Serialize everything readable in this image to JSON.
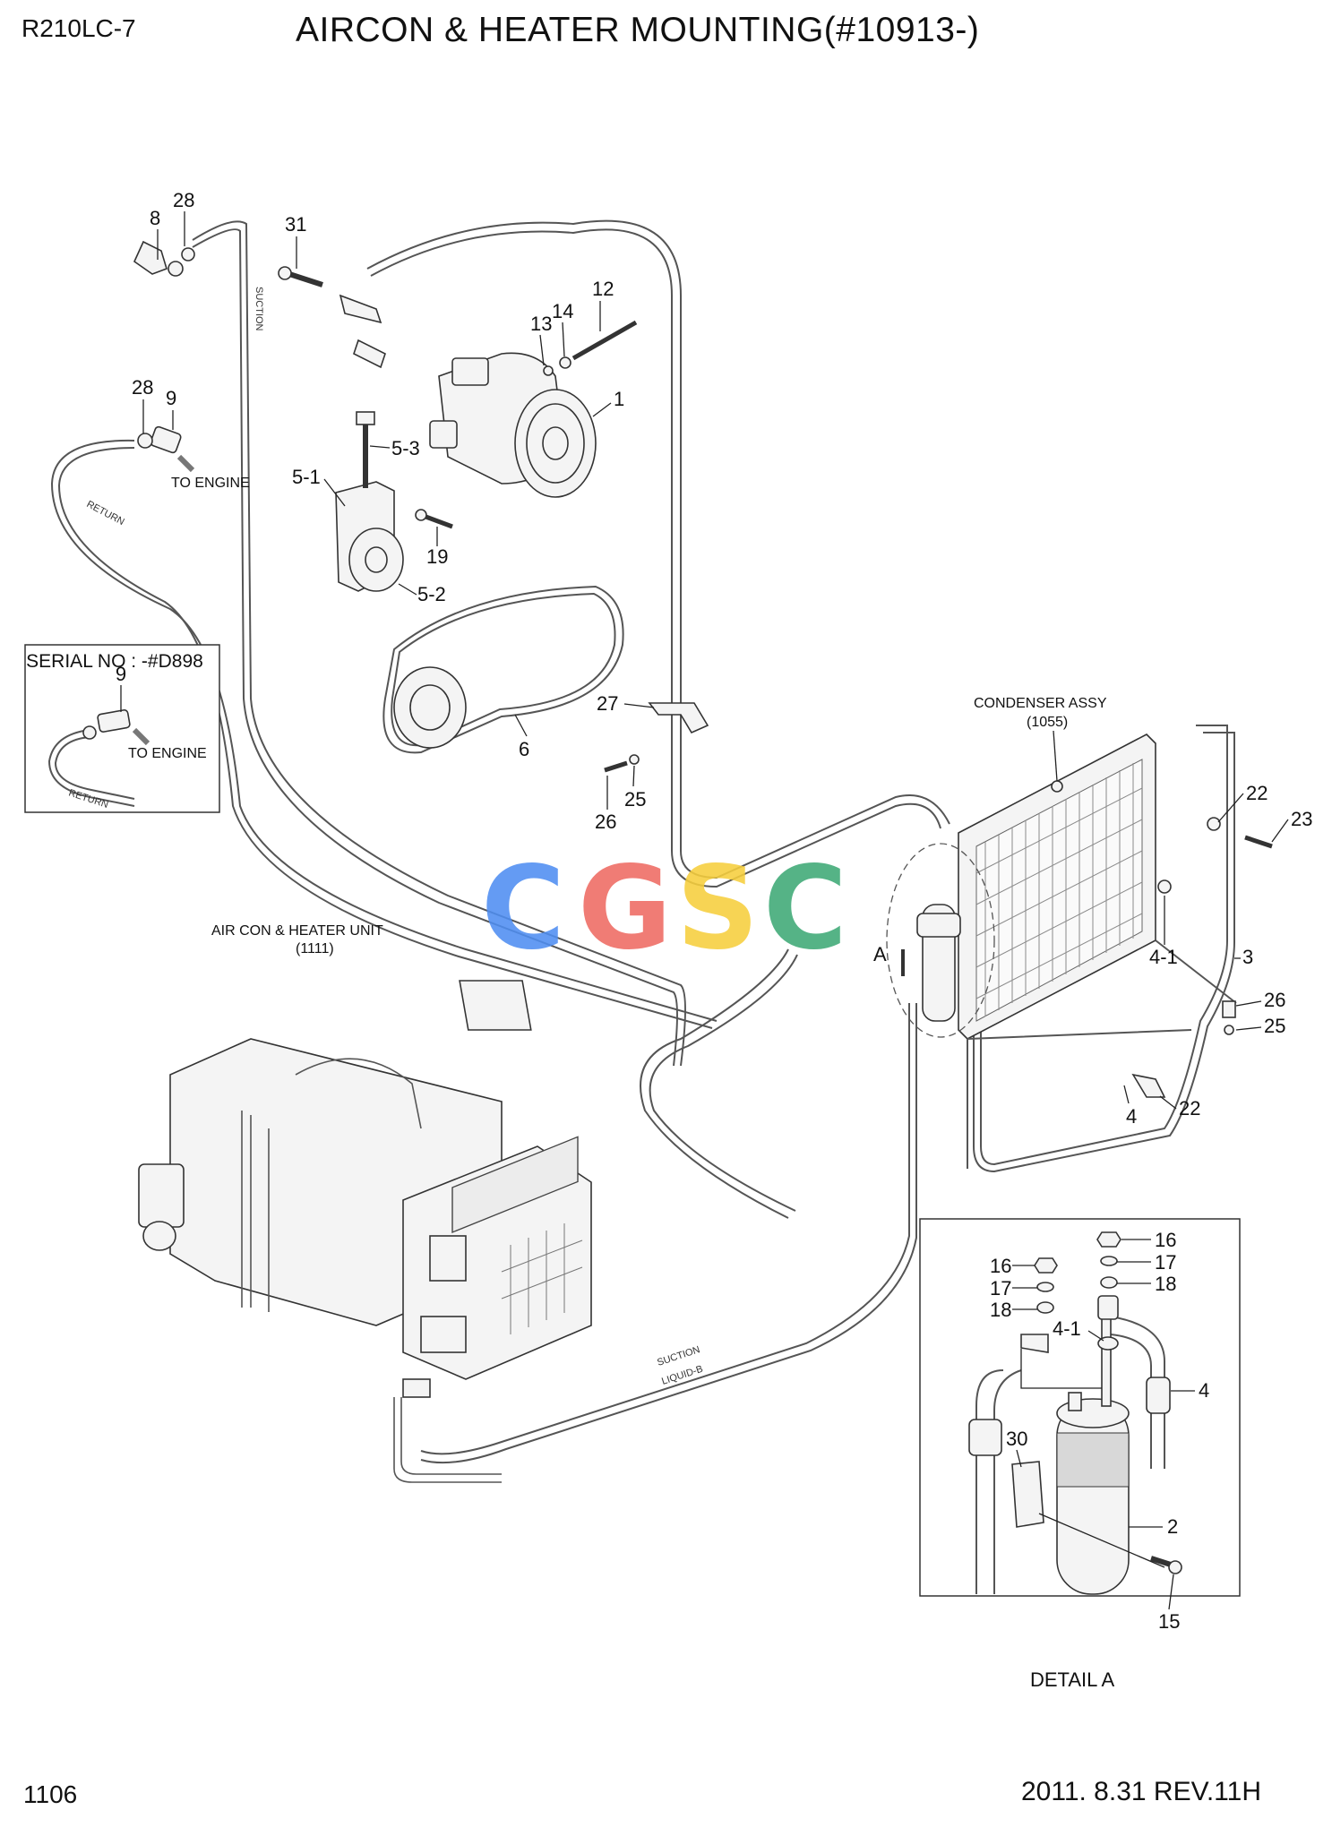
{
  "header": {
    "model": "R210LC-7",
    "title": "AIRCON & HEATER MOUNTING(#10913-)"
  },
  "footer": {
    "page": "1106",
    "revision": "2011. 8.31 REV.11H"
  },
  "watermark": {
    "letters": [
      "C",
      "G",
      "S",
      "C"
    ],
    "colors": [
      "#4f8ef2",
      "#ef6b62",
      "#f7cf3d",
      "#3ea976"
    ]
  },
  "inset_serial": {
    "title": "SERIAL NO : -#D898",
    "part": "9",
    "to_engine": "TO ENGINE",
    "hose_text": "RETURN"
  },
  "labels": {
    "to_engine": "TO ENGINE",
    "condenser": "CONDENSER ASSY",
    "condenser_code": "(1055)",
    "unit": "AIR CON & HEATER UNIT",
    "unit_code": "(1111)",
    "detail_ref": "A",
    "detail_caption": "DETAIL A",
    "hose_suction": "SUCTION",
    "hose_return": "RETURN",
    "hose_liquid": "LIQUID-B"
  },
  "part_numbers": {
    "p8": "8",
    "p28a": "28",
    "p31": "31",
    "p12": "12",
    "p13": "13",
    "p14": "14",
    "p28b": "28",
    "p9": "9",
    "p1": "1",
    "p5_3": "5-3",
    "p5_1": "5-1",
    "p19": "19",
    "p5_2": "5-2",
    "p6": "6",
    "p27": "27",
    "p25a": "25",
    "p26a": "26",
    "p22a": "22",
    "p23": "23",
    "p4_1a": "4-1",
    "p3": "3",
    "p26b": "26",
    "p25b": "25",
    "p22b": "22",
    "p4a": "4",
    "d16a": "16",
    "d17a": "17",
    "d18a": "18",
    "d16b": "16",
    "d17b": "17",
    "d18b": "18",
    "d4_1": "4-1",
    "d4": "4",
    "d30": "30",
    "d2": "2",
    "d15": "15"
  }
}
